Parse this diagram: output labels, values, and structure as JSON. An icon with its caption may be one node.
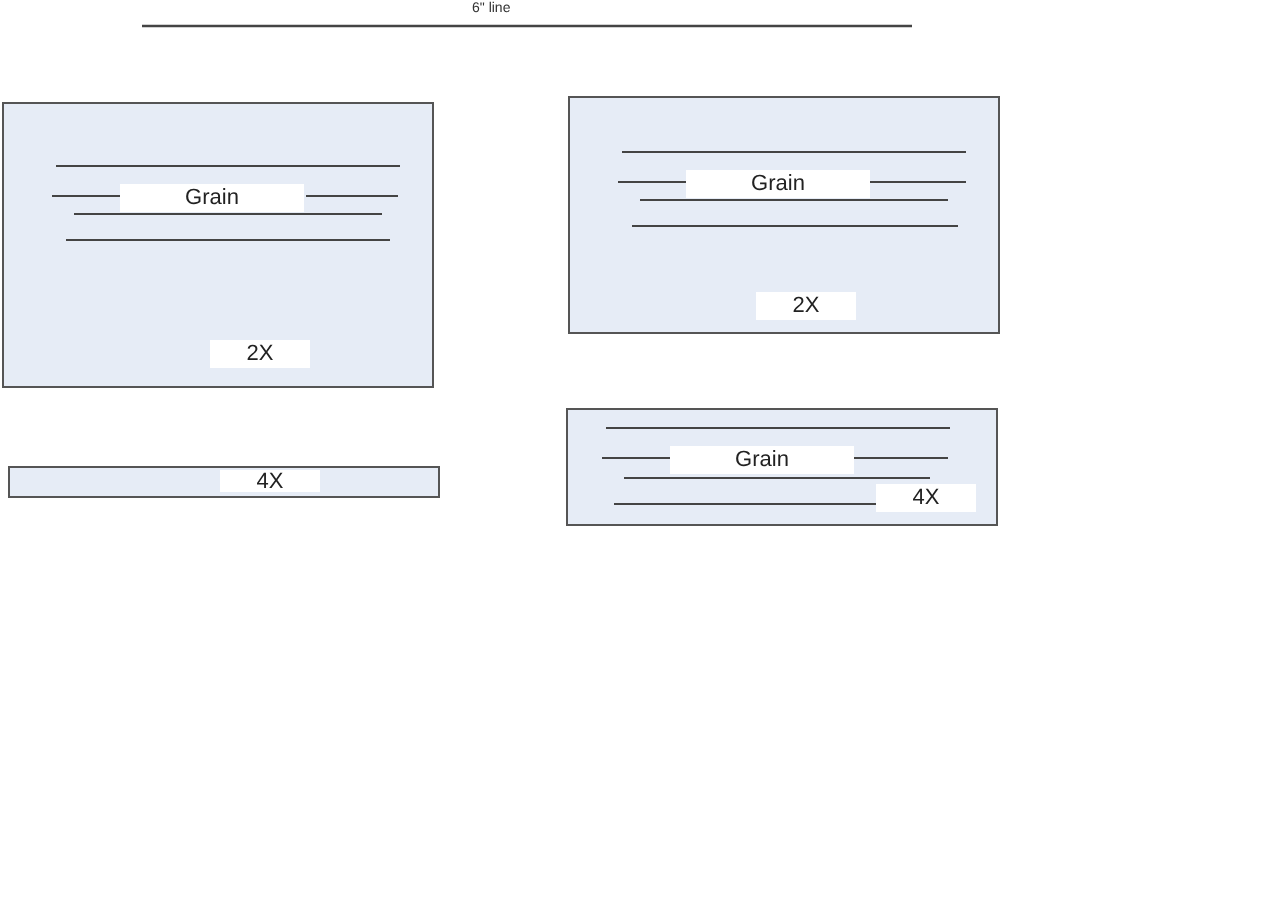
{
  "diagram": {
    "nodes": [
      {
        "text": [
          "Grain",
          "2X"
        ]
      },
      {
        "text": [
          "Grain",
          "2X"
        ]
      },
      {
        "text": [
          "4X"
        ]
      },
      {
        "text": [
          "Grain",
          "4X"
        ]
      }
    ],
    "labels": [
      "6\" line"
    ]
  }
}
